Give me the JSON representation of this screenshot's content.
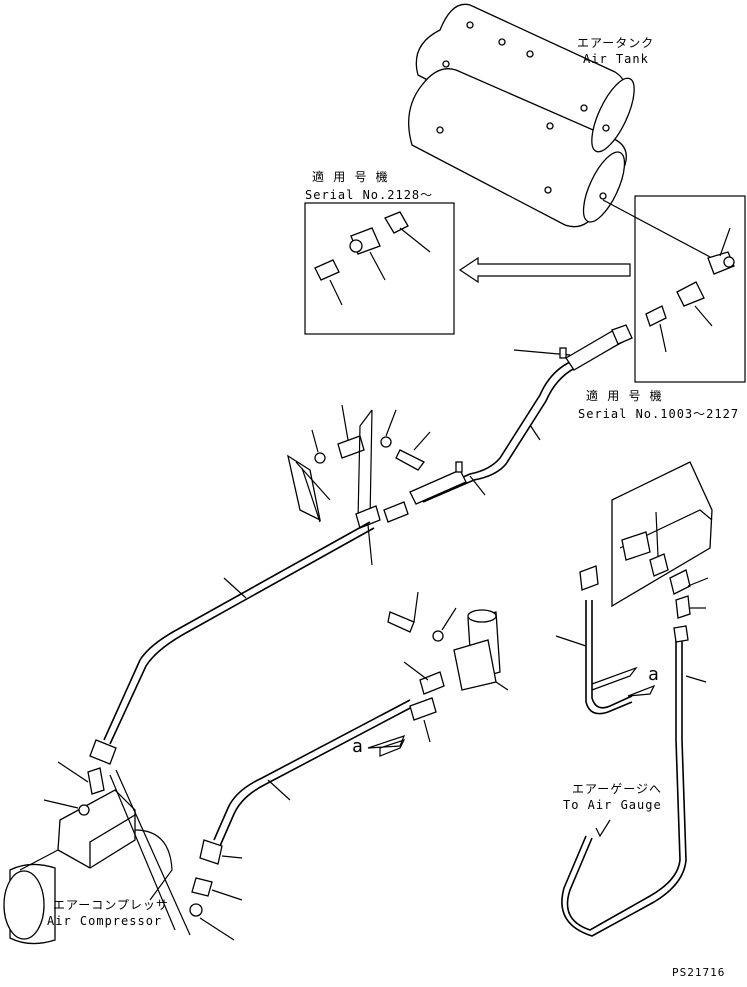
{
  "labels": {
    "air_tank_jp": "エアータンク",
    "air_tank_en": "Air Tank",
    "serial_new_jp": "適 用 号 機",
    "serial_new_en": "Serial No.2128～",
    "serial_old_jp": "適 用 号 機",
    "serial_old_en": "Serial No.1003～2127",
    "compressor_jp": "エアーコンプレッサ",
    "compressor_en": "Air Compressor",
    "gauge_jp": "エアーゲージへ",
    "gauge_en": "To Air Gauge",
    "ref_a_left": "a",
    "ref_a_right": "a",
    "drawing_code": "PS21716"
  }
}
